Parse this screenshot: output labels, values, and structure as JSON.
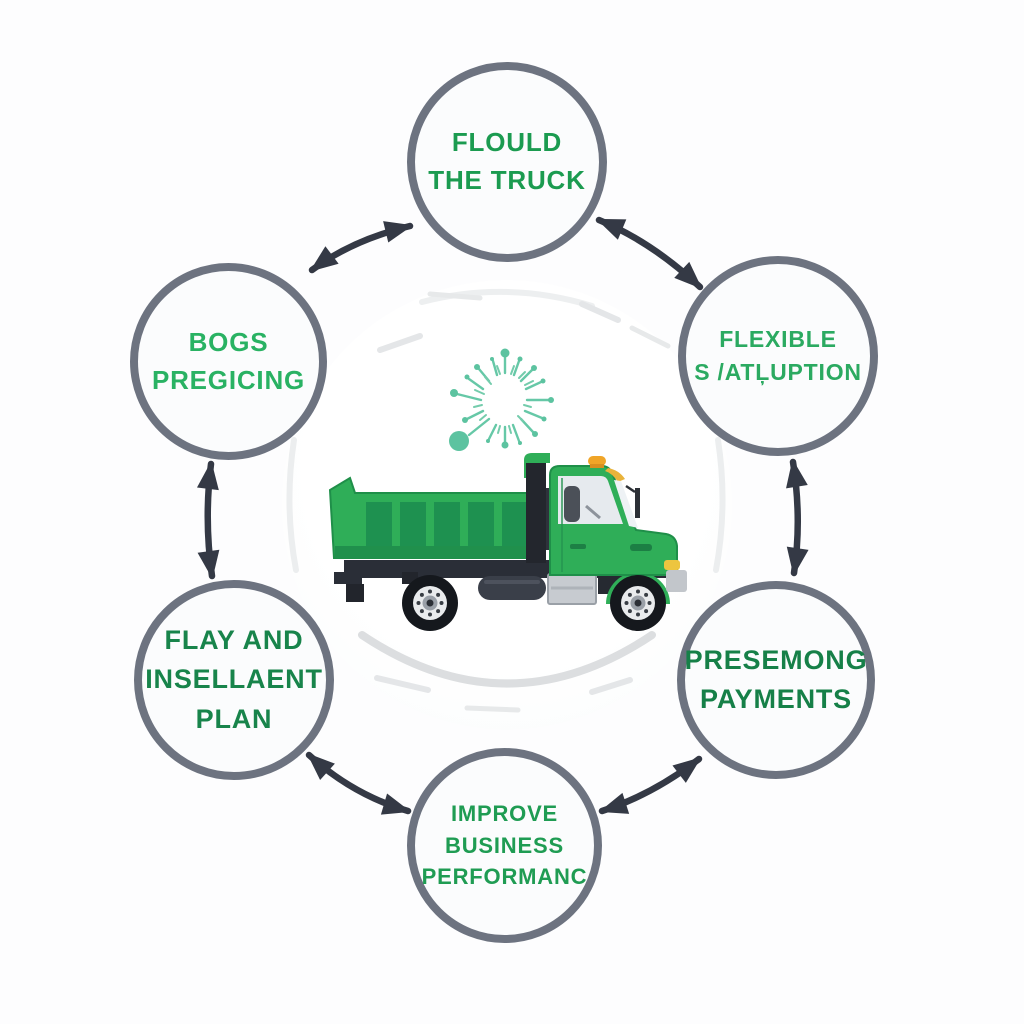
{
  "diagram": {
    "type": "cycle-diagram",
    "title": "",
    "center": {
      "illustration": "green-dump-truck",
      "icon": "tech-sunburst-icon"
    },
    "nodes": [
      {
        "id": "fund-the-truck",
        "position": "top",
        "lines": [
          "FLOULD",
          "THE TRUCK"
        ],
        "text_color": "#1b9b50"
      },
      {
        "id": "flexible-solution",
        "position": "right",
        "lines": [
          "FLEXIBLE",
          "S /ATĻUPTION"
        ],
        "text_color": "#2baa61"
      },
      {
        "id": "bogs-pricing",
        "position": "left",
        "lines": [
          "BOGS",
          "PREGICING"
        ],
        "text_color": "#29b263"
      },
      {
        "id": "installment-plan",
        "position": "bottom-left",
        "lines": [
          "FLAY AND",
          "INSELLAENT",
          "PLAN"
        ],
        "text_color": "#18844b"
      },
      {
        "id": "payments",
        "position": "bottom-right",
        "lines": [
          "PRESEMONG",
          "PAYMENTS"
        ],
        "text_color": "#168048"
      },
      {
        "id": "business-performance",
        "position": "bottom",
        "lines": [
          "IMPROVE",
          "BUSINESS",
          "PERFORMANC"
        ],
        "text_color": "#1f9c53"
      }
    ],
    "connections": [
      {
        "from": "left",
        "to": "top",
        "style": "double-headed-arrow"
      },
      {
        "from": "top",
        "to": "right",
        "style": "double-headed-arrow"
      },
      {
        "from": "left",
        "to": "bottom-left",
        "style": "double-headed-arrow"
      },
      {
        "from": "right",
        "to": "bottom-right",
        "style": "double-headed-arrow"
      },
      {
        "from": "bottom-left",
        "to": "bottom",
        "style": "double-headed-arrow"
      },
      {
        "from": "bottom",
        "to": "bottom-right",
        "style": "double-headed-arrow"
      }
    ],
    "colors": {
      "background": "#fdfdfe",
      "node_border": "#6d7380",
      "node_fill": "#fbfcfd",
      "arrow": "#343945",
      "truck_green": "#2fae58",
      "truck_green_dark": "#1e9150",
      "sunburst_teal": "#66c8a7",
      "beacon_orange": "#f0a528"
    }
  }
}
